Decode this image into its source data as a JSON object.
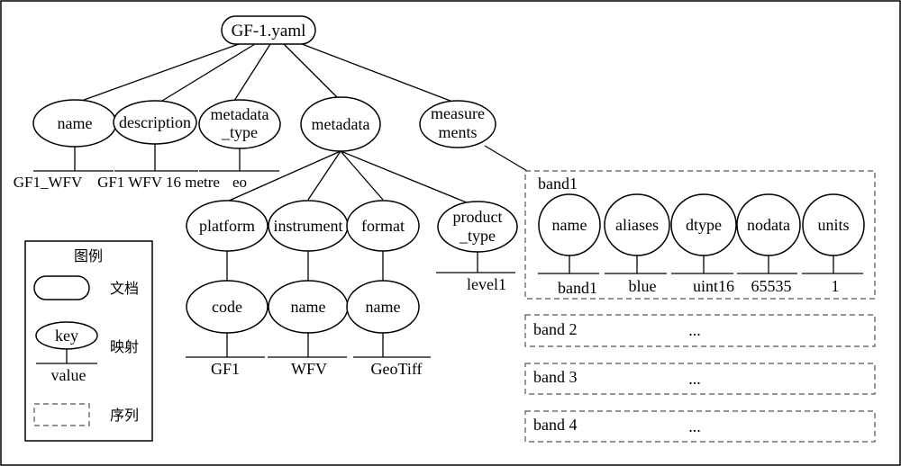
{
  "root": {
    "label": "GF-1.yaml"
  },
  "level1": {
    "name": "name",
    "description": "description",
    "metadata_type_line1": "metadata",
    "metadata_type_line2": "_type",
    "metadata": "metadata",
    "measurements_line1": "measure",
    "measurements_line2": "ments"
  },
  "level1_values": {
    "name": "GF1_WFV",
    "description": "GF1 WFV 16 metre",
    "metadata_type": "eo"
  },
  "metadata_children": {
    "platform": "platform",
    "instrument": "instrument",
    "format": "format",
    "product_type_line1": "product",
    "product_type_line2": "_type"
  },
  "metadata_sub": {
    "platform_key": "code",
    "instrument_key": "name",
    "format_key": "name",
    "platform_value": "GF1",
    "instrument_value": "WFV",
    "format_value": "GeoTiff",
    "product_type_value": "level1"
  },
  "band1": {
    "title": "band1",
    "keys": [
      "name",
      "aliases",
      "dtype",
      "nodata",
      "units"
    ],
    "values": [
      "band1",
      "blue",
      "uint16",
      "65535",
      "1"
    ]
  },
  "other_bands": [
    {
      "label": "band 2",
      "ellipsis": "..."
    },
    {
      "label": "band 3",
      "ellipsis": "..."
    },
    {
      "label": "band 4",
      "ellipsis": "..."
    }
  ],
  "legend": {
    "title": "图例",
    "document_label": "文档",
    "mapping_key": "key",
    "mapping_value": "value",
    "mapping_label": "映射",
    "sequence_label": "序列"
  }
}
